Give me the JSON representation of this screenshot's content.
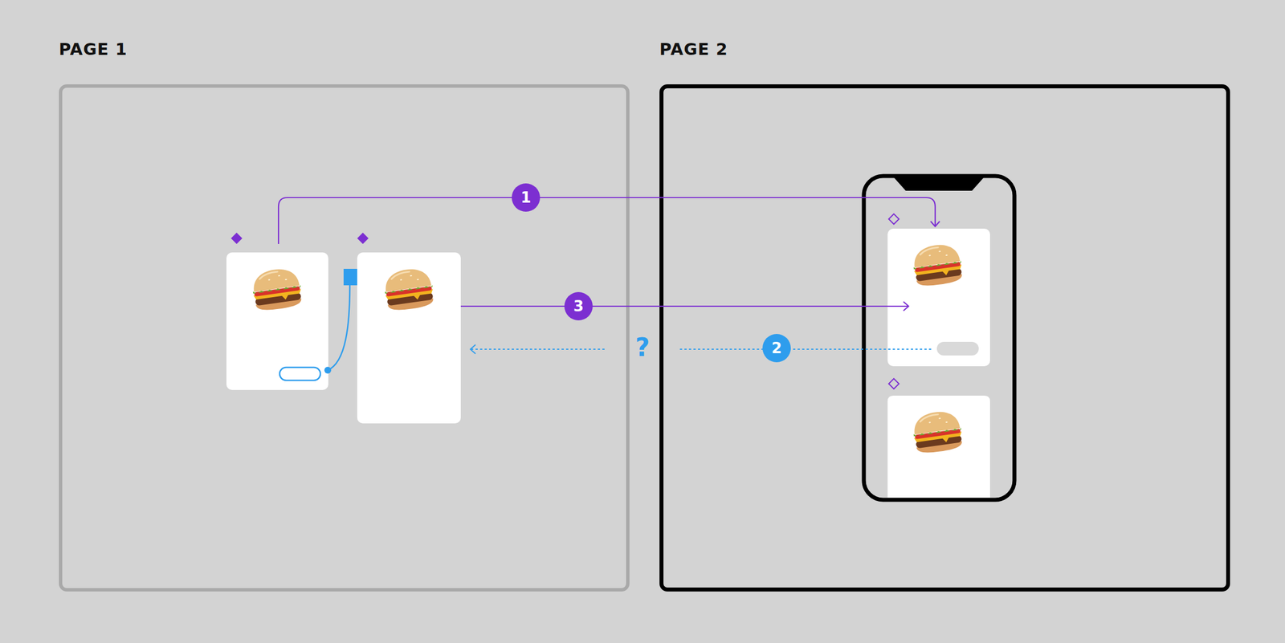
{
  "diagram": {
    "nodes": [
      {
        "text": [
          "PAGE 1"
        ]
      },
      {
        "text": [
          "PAGE 2"
        ]
      }
    ],
    "labels": [
      "1",
      "3",
      "?",
      "2"
    ]
  }
}
